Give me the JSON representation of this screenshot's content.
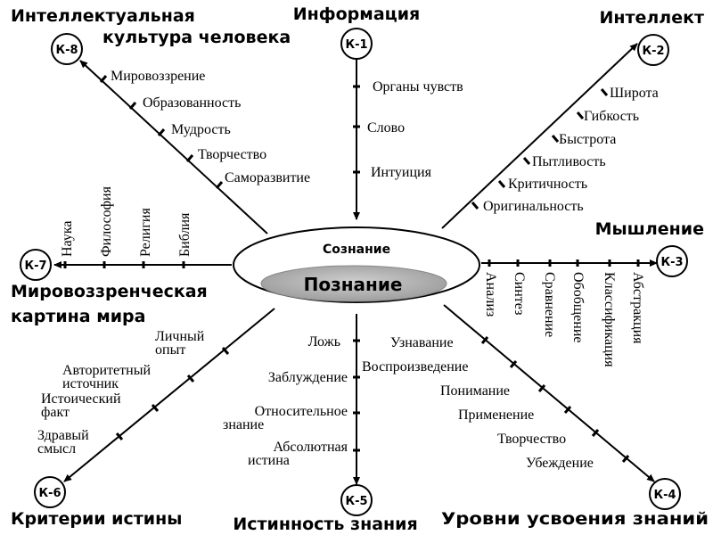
{
  "center": {
    "top": "Сознание",
    "main": "Познание"
  },
  "k1": {
    "label": "К-1",
    "title": "Информация",
    "items": [
      "Органы чувств",
      "Слово",
      "Интуиция"
    ]
  },
  "k2": {
    "label": "К-2",
    "title": "Интеллект",
    "items": [
      "Широта",
      "Гибкость",
      "Быстрота",
      "Пытливость",
      "Критичность",
      "Оригинальность"
    ]
  },
  "k3": {
    "label": "К-3",
    "title": "Мышление",
    "items": [
      "Анализ",
      "Синтез",
      "Сравнение",
      "Обобщение",
      "Классификация",
      "Абстракция"
    ]
  },
  "k4": {
    "label": "К-4",
    "title": "Уровни усвоения знаний",
    "items": [
      "Узнавание",
      "Воспроизведение",
      "Понимание",
      "Применение",
      "Творчество",
      "Убеждение"
    ]
  },
  "k5": {
    "label": "К-5",
    "title": "Истинность знания",
    "items": [
      "Ложь",
      "Заблуждение",
      "Относительное",
      "знание",
      "Абсолютная",
      "истина"
    ]
  },
  "k6": {
    "label": "К-6",
    "title": "Критерии истины",
    "items": [
      "Личный",
      "опыт",
      "Авторитетный",
      "источник",
      "Истоический",
      "факт",
      "Здравый",
      "смысл"
    ]
  },
  "k7": {
    "label": "К-7",
    "title1": "Мировоззренческая",
    "title2": "картина мира",
    "items": [
      "Наука",
      "Философия",
      "Религия",
      "Библия"
    ]
  },
  "k8": {
    "label": "К-8",
    "title1": "Интеллектуальная",
    "title2": "культура человека",
    "items": [
      "Мировоззрение",
      "Образованность",
      "Мудрость",
      "Творчество",
      "Саморазвитие"
    ]
  }
}
